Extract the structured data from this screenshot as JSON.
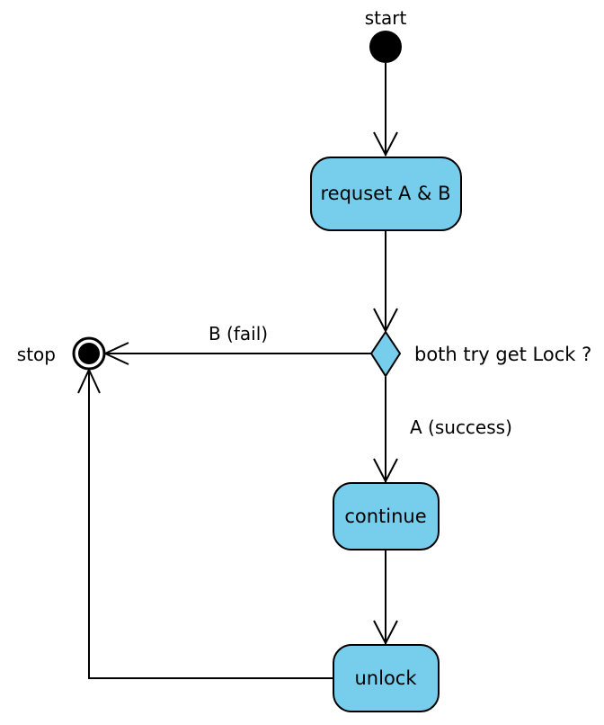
{
  "diagram": {
    "type": "uml-activity-diagram",
    "background_color": "#ffffff",
    "node_fill_color": "#76cdec",
    "stroke_color": "#000000",
    "nodes": [
      {
        "id": "start",
        "kind": "initial-node",
        "label": "start"
      },
      {
        "id": "request",
        "kind": "action",
        "label": "requset A & B"
      },
      {
        "id": "decision",
        "kind": "decision",
        "label": "both try get Lock ?"
      },
      {
        "id": "stop",
        "kind": "final-node",
        "label": "stop"
      },
      {
        "id": "continue",
        "kind": "action",
        "label": "continue"
      },
      {
        "id": "unlock",
        "kind": "action",
        "label": "unlock"
      }
    ],
    "edges": [
      {
        "id": "e1",
        "from": "start",
        "to": "request",
        "label": ""
      },
      {
        "id": "e2",
        "from": "request",
        "to": "decision",
        "label": ""
      },
      {
        "id": "e3",
        "from": "decision",
        "to": "stop",
        "label": "B (fail)"
      },
      {
        "id": "e4",
        "from": "decision",
        "to": "continue",
        "label": "A (success)"
      },
      {
        "id": "e5",
        "from": "continue",
        "to": "unlock",
        "label": ""
      },
      {
        "id": "e6",
        "from": "unlock",
        "to": "stop",
        "label": ""
      }
    ]
  }
}
